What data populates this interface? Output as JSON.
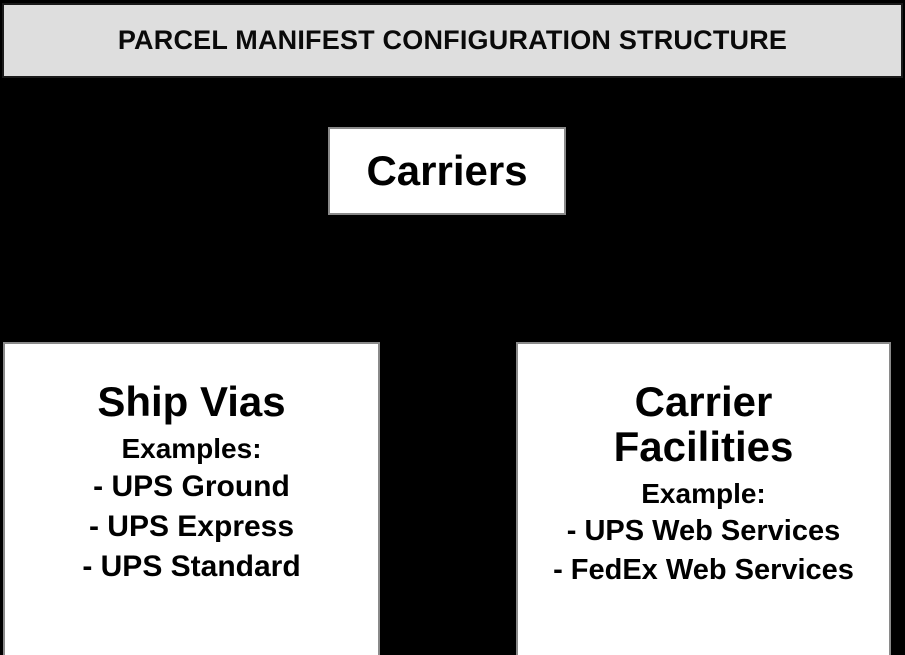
{
  "header": {
    "title": "PARCEL MANIFEST CONFIGURATION STRUCTURE",
    "background_color": "#dedede",
    "text_color": "#0a0a0a"
  },
  "canvas": {
    "background_color": "#000000",
    "node_background_color": "#ffffff",
    "node_border_color": "#8a8a8a"
  },
  "diagram": {
    "root": {
      "title": "Carriers"
    },
    "children": [
      {
        "title": "Ship Vias",
        "subtitle": "Examples:",
        "items": [
          "- UPS Ground",
          "- UPS Express",
          "- UPS Standard"
        ]
      },
      {
        "title": "Carrier\nFacilities",
        "subtitle": "Example:",
        "items": [
          "- UPS Web Services",
          "- FedEx Web Services"
        ]
      }
    ]
  }
}
